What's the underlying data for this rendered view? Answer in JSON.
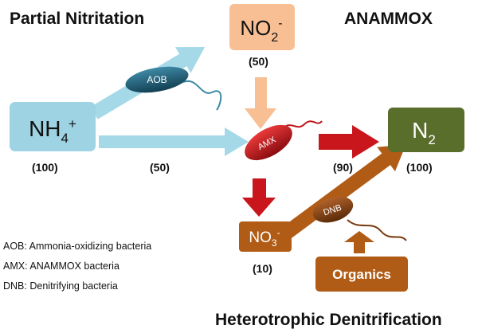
{
  "headings": {
    "partial_nitritation": "Partial Nitritation",
    "anammox": "ANAMMOX",
    "heterotrophic_denitrification": "Heterotrophic Denitrification"
  },
  "nodes": {
    "nh4": {
      "base": "NH",
      "sub": "4",
      "sup": "+",
      "value": "(100)",
      "color": "#9dd3e3"
    },
    "no2": {
      "base": "NO",
      "sub": "2",
      "sup": "-",
      "value": "(50)",
      "color": "#f7bf93"
    },
    "n2": {
      "base": "N",
      "sub": "2",
      "value": "(100)",
      "color": "#5a6e2c"
    },
    "no3": {
      "base": "NO",
      "sub": "3",
      "sup": "-",
      "value": "(10)",
      "color": "#b05c16"
    },
    "organics": {
      "label": "Organics",
      "color": "#b05c16"
    }
  },
  "flows": {
    "nh4_to_amx_value": "(50)",
    "amx_to_n2_value": "(90)"
  },
  "bacteria": {
    "aob": {
      "label": "AOB",
      "color": "#1d5a72"
    },
    "amx": {
      "label": "AMX",
      "color": "#c0161c"
    },
    "dnb": {
      "label": "DNB",
      "color": "#7a3a0e"
    }
  },
  "legend": [
    {
      "abbr": "AOB",
      "desc": "Ammonia-oxidizing bacteria"
    },
    {
      "abbr": "AMX",
      "desc": "ANAMMOX bacteria"
    },
    {
      "abbr": "DNB",
      "desc": "Denitrifying bacteria"
    }
  ],
  "arrow_colors": {
    "blue": "#a5d9e8",
    "peach": "#f7bf93",
    "red": "#c8161c",
    "brown": "#b05c16"
  }
}
